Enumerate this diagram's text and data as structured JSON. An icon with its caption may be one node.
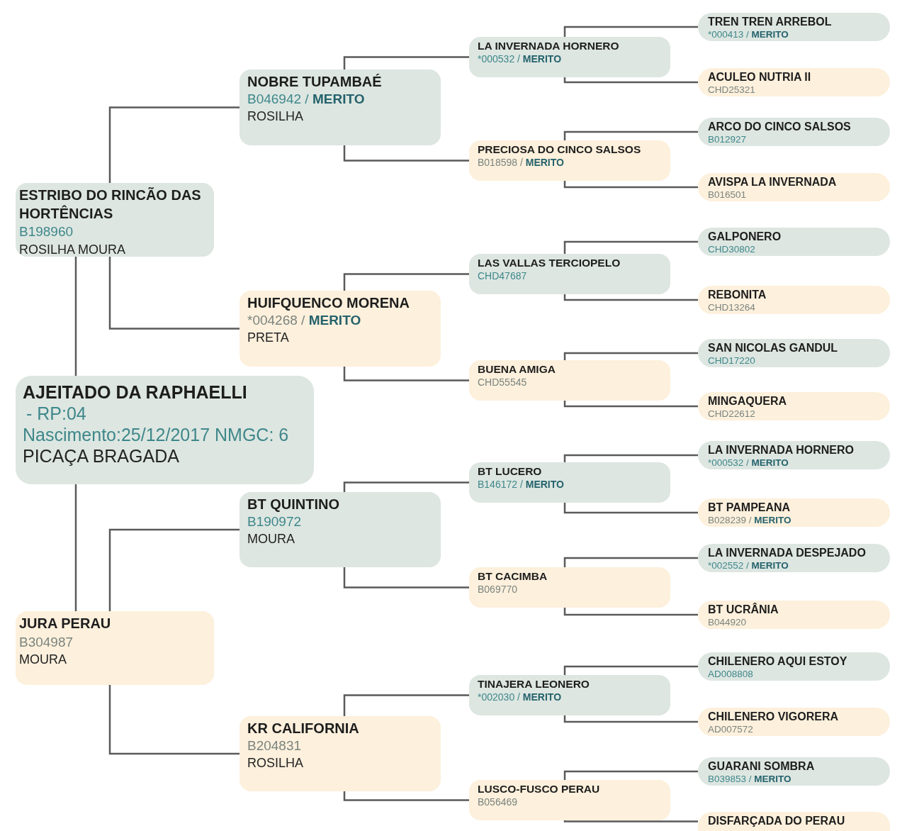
{
  "diagram": {
    "nodes": [
      {
        "text": [
          "ESTRIBO DO RINCÃO DAS HORTÊNCIAS",
          "B198960",
          "ROSILHA MOURA"
        ]
      },
      {
        "text": [
          "AJEITADO DA RAPHAELLI",
          "- RP:04",
          "Nascimento:25/12/2017 NMGC: 6",
          "PICAÇA BRAGADA"
        ]
      },
      {
        "text": [
          "JURA PERAU",
          "B304987",
          "MOURA"
        ]
      },
      {
        "text": [
          "NOBRE TUPAMBAÉ",
          "B046942 / **MERITO**",
          "ROSILHA"
        ]
      },
      {
        "text": [
          "HUIFQUENCO MORENA",
          "*004268 / **MERITO**",
          "PRETA"
        ]
      },
      {
        "text": [
          "BT QUINTINO",
          "B190972",
          "MOURA"
        ]
      },
      {
        "text": [
          "KR CALIFORNIA",
          "B204831",
          "ROSILHA"
        ]
      },
      {
        "text": [
          "LA INVERNADA HORNERO",
          "*000532 / **MERITO**"
        ]
      },
      {
        "text": [
          "PRECIOSA DO CINCO SALSOS",
          "B018598 / **MERITO**"
        ]
      },
      {
        "text": [
          "LAS VALLAS TERCIOPELO",
          "CHD47687"
        ]
      },
      {
        "text": [
          "BUENA AMIGA",
          "CHD55545"
        ]
      },
      {
        "text": [
          "BT LUCERO",
          "B146172 / **MERITO**"
        ]
      },
      {
        "text": [
          "BT CACIMBA",
          "B069770"
        ]
      },
      {
        "text": [
          "TINAJERA LEONERO",
          "*002030 / **MERITO**"
        ]
      },
      {
        "text": [
          "LUSCO-FUSCO PERAU",
          "B056469"
        ]
      },
      {
        "text": [
          "TREN TREN ARREBOL",
          "*000413 / **MERITO**"
        ]
      },
      {
        "text": [
          "ACULEO NUTRIA II",
          "CHD25321"
        ]
      },
      {
        "text": [
          "ARCO DO CINCO SALSOS",
          "B012927"
        ]
      },
      {
        "text": [
          "AVISPA LA INVERNADA",
          "B016501"
        ]
      },
      {
        "text": [
          "GALPONERO",
          "CHD30802"
        ]
      },
      {
        "text": [
          "REBONITA",
          "CHD13264"
        ]
      },
      {
        "text": [
          "SAN NICOLAS GANDUL",
          "CHD17220"
        ]
      },
      {
        "text": [
          "MINGAQUERA",
          "CHD22612"
        ]
      },
      {
        "text": [
          "LA INVERNADA HORNERO",
          "*000532 / **MERITO**"
        ]
      },
      {
        "text": [
          "BT PAMPEANA",
          "B028239 / **MERITO**"
        ]
      },
      {
        "text": [
          "LA INVERNADA DESPEJADO",
          "*002552 / **MERITO**"
        ]
      },
      {
        "text": [
          "BT UCRÂNIA",
          "B044920"
        ]
      },
      {
        "text": [
          "CHILENERO AQUI ESTOY",
          "AD008808"
        ]
      },
      {
        "text": [
          "CHILENERO VIGORERA",
          "AD007572"
        ]
      },
      {
        "text": [
          "GUARANI SOMBRA",
          "B039853 / **MERITO**"
        ]
      },
      {
        "text": [
          "DISFARÇADA DO PERAU"
        ]
      }
    ],
    "edges": [
      {
        "from": 1,
        "to": 0,
        "arrow": "none"
      },
      {
        "from": 1,
        "to": 2,
        "arrow": "none"
      },
      {
        "from": 0,
        "to": 3,
        "arrow": "none"
      },
      {
        "from": 0,
        "to": 4,
        "arrow": "none"
      },
      {
        "from": 2,
        "to": 5,
        "arrow": "none"
      },
      {
        "from": 2,
        "to": 6,
        "arrow": "none"
      },
      {
        "from": 3,
        "to": 7,
        "arrow": "none"
      },
      {
        "from": 3,
        "to": 8,
        "arrow": "none"
      },
      {
        "from": 4,
        "to": 9,
        "arrow": "none"
      },
      {
        "from": 4,
        "to": 10,
        "arrow": "none"
      },
      {
        "from": 5,
        "to": 11,
        "arrow": "none"
      },
      {
        "from": 5,
        "to": 12,
        "arrow": "none"
      },
      {
        "from": 6,
        "to": 13,
        "arrow": "none"
      },
      {
        "from": 6,
        "to": 14,
        "arrow": "none"
      },
      {
        "from": 7,
        "to": 15,
        "arrow": "none"
      },
      {
        "from": 7,
        "to": 16,
        "arrow": "none"
      },
      {
        "from": 8,
        "to": 17,
        "arrow": "none"
      },
      {
        "from": 8,
        "to": 18,
        "arrow": "none"
      },
      {
        "from": 9,
        "to": 19,
        "arrow": "none"
      },
      {
        "from": 9,
        "to": 20,
        "arrow": "none"
      },
      {
        "from": 10,
        "to": 21,
        "arrow": "none"
      },
      {
        "from": 10,
        "to": 22,
        "arrow": "none"
      },
      {
        "from": 11,
        "to": 23,
        "arrow": "none"
      },
      {
        "from": 11,
        "to": 24,
        "arrow": "none"
      },
      {
        "from": 12,
        "to": 25,
        "arrow": "none"
      },
      {
        "from": 12,
        "to": 26,
        "arrow": "none"
      },
      {
        "from": 13,
        "to": 27,
        "arrow": "none"
      },
      {
        "from": 13,
        "to": 28,
        "arrow": "none"
      },
      {
        "from": 14,
        "to": 29,
        "arrow": "none"
      },
      {
        "from": 14,
        "to": 30,
        "arrow": "none"
      }
    ]
  }
}
